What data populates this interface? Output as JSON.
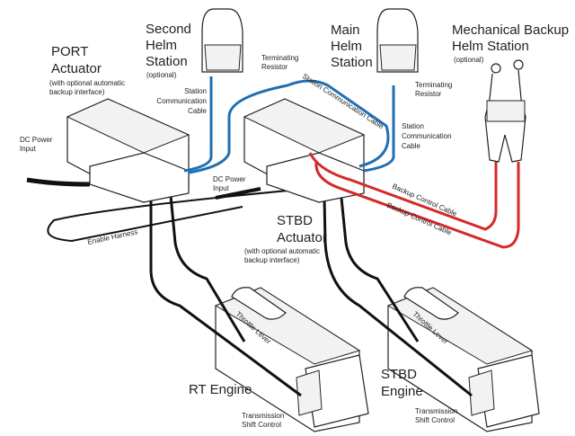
{
  "labels": {
    "port_actuator": {
      "line1": "PORT",
      "line2": "Actuator",
      "note1": "(with optional automatic",
      "note2": "backup interface)"
    },
    "stbd_actuator": {
      "line1": "STBD",
      "line2": "Actuator",
      "note1": "(with optional automatic",
      "note2": "backup interface)"
    },
    "second_helm": {
      "line1": "Second",
      "line2": "Helm",
      "line3": "Station",
      "note": "(optional)"
    },
    "main_helm": {
      "line1": "Main",
      "line2": "Helm",
      "line3": "Station"
    },
    "mech_backup": {
      "line1": "Mechanical Backup",
      "line2": "Helm Station",
      "note": "(optional)"
    },
    "term_resistor_1": {
      "line1": "Terminating",
      "line2": "Resistor"
    },
    "term_resistor_2": {
      "line1": "Terminating",
      "line2": "Resistor"
    },
    "station_cable_1": {
      "line1": "Station",
      "line2": "Communication",
      "line3": "Cable"
    },
    "station_cable_2": {
      "line1": "Station",
      "line2": "Communication",
      "line3": "Cable"
    },
    "station_cable_diag": "Station Communication Cable",
    "dc_power_1": {
      "line1": "DC Power",
      "line2": "Input"
    },
    "dc_power_2": {
      "line1": "DC Power",
      "line2": "Input"
    },
    "enable_harness": "Enable Harness",
    "backup_cable_1": "Backup Control Cable",
    "backup_cable_2": "Backup Control Cable",
    "port_engine": "RT Engine",
    "stbd_engine": {
      "line1": "STBD",
      "line2": "Engine"
    },
    "throttle_lever_1": "Throttle Lever",
    "throttle_lever_2": "Throttle Lever",
    "trans_shift_1": {
      "line1": "Transmission",
      "line2": "Shift Control"
    },
    "trans_shift_2": {
      "line1": "Transmission",
      "line2": "Shift Control"
    }
  },
  "colors": {
    "station_cable": "#1f6fb2",
    "backup_cable": "#d42a2a",
    "control_cable": "#111111"
  }
}
